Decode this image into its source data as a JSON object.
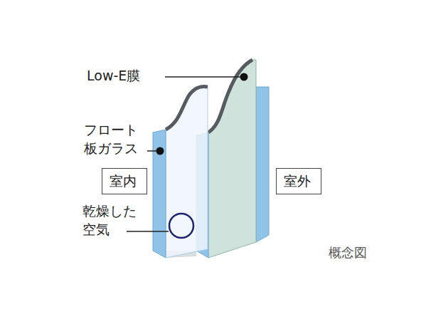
{
  "diagram": {
    "nodes": [
      {
        "text": [
          "室内"
        ]
      },
      {
        "text": [
          "室外"
        ]
      }
    ],
    "labels": [
      "Low-E膜",
      "フロート板ガラス",
      "乾燥した空気",
      "概念図"
    ]
  }
}
